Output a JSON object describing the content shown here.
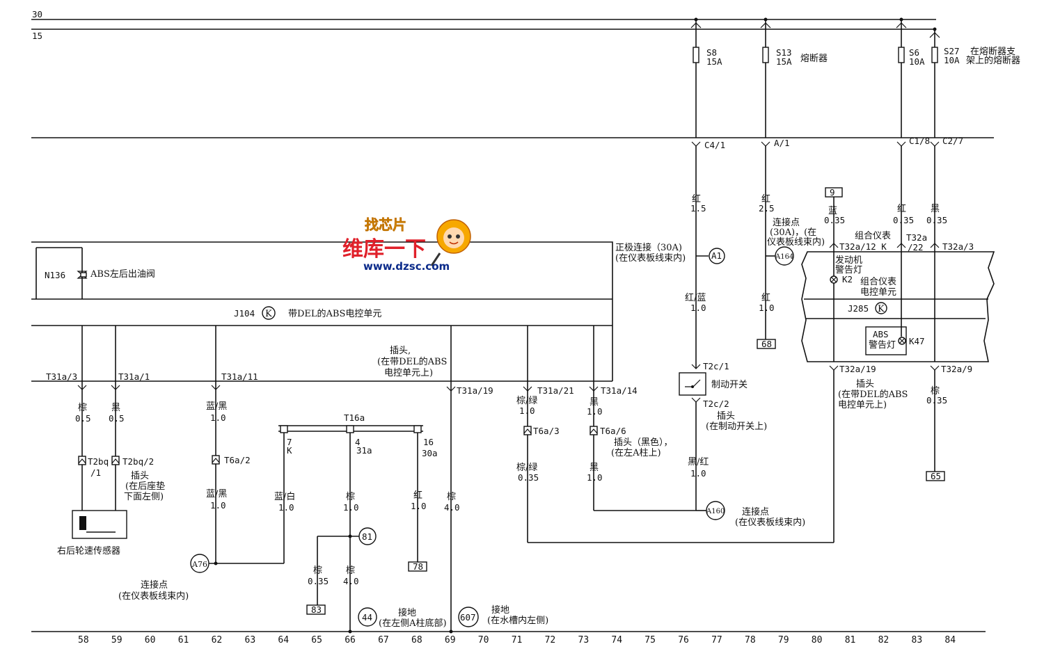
{
  "rails": {
    "r30": "30",
    "r15": "15"
  },
  "fuses": {
    "s8": {
      "id": "S8",
      "rating": "15A"
    },
    "s13": {
      "id": "S13",
      "rating": "15A",
      "note": "熔断器"
    },
    "s6": {
      "id": "S6",
      "rating": "10A"
    },
    "s27": {
      "id": "S27",
      "rating": "10A",
      "note1": "在熔断器支",
      "note2": "架上的熔断器"
    }
  },
  "connectors": {
    "c4_1": "C4/1",
    "a_1": "A/1",
    "c1_8": "C1/8",
    "c2_7": "C2/7",
    "t31a_3": "T31a/3",
    "t31a_1": "T31a/1",
    "t31a_11": "T31a/11",
    "t31a_19": "T31a/19",
    "t31a_21": "T31a/21",
    "t31a_14": "T31a/14",
    "t2bq_1a": "T2bq",
    "t2bq_1b": "/1",
    "t2bq_2": "T2bq/2",
    "t6a_2": "T6a/2",
    "t6a_3": "T6a/3",
    "t6a_6": "T6a/6",
    "t16a": "T16a",
    "t16a_7a": "7",
    "t16a_7b": "K",
    "t16a_4a": "4",
    "t16a_4b": "31a",
    "t16a_16a": "16",
    "t16a_16b": "30a",
    "t2c_1": "T2c/1",
    "t2c_2": "T2c/2",
    "t32a_12k": "T32a/12 K",
    "t32a_22a": "T32a",
    "t32a_22b": "/22",
    "t32a_3": "T32a/3",
    "t32a_19": "T32a/19",
    "t32a_9": "T32a/9"
  },
  "wires": {
    "w1a": "红",
    "w1b": "1.5",
    "w2a": "红",
    "w2b": "2.5",
    "w3a": "蓝",
    "w3b": "0.35",
    "w4a": "红",
    "w4b": "0.35",
    "w5a": "黑",
    "w5b": "0.35",
    "w6a": "红/蓝",
    "w6b": "1.0",
    "w7a": "红",
    "w7b": "1.0",
    "w8a": "棕",
    "w8b": "0.5",
    "w9a": "黑",
    "w9b": "0.5",
    "w10a": "蓝/黑",
    "w10b": "1.0",
    "w11a": "棕/绿",
    "w11b": "1.0",
    "w12a": "黑",
    "w12b": "1.0",
    "w13a": "蓝/黑",
    "w13b": "1.0",
    "w14a": "蓝/白",
    "w14b": "1.0",
    "w15a": "棕",
    "w15b": "1.0",
    "w16a": "红",
    "w16b": "1.0",
    "w17a": "棕",
    "w17b": "4.0",
    "w18a": "棕/绿",
    "w18b": "0.35",
    "w19a": "黑",
    "w19b": "1.0",
    "w20a": "黑/红",
    "w20b": "1.0",
    "w21a": "棕",
    "w21b": "0.35",
    "w22a": "棕",
    "w22b": "0.35",
    "w23a": "棕",
    "w23b": "4.0"
  },
  "components": {
    "n136_id": "N136",
    "n136_name": "ABS左后出油阀",
    "j104_id": "J104",
    "j104_name": "带DEL的ABS电控单元",
    "sensor_name": "右后轮速传感器",
    "brake_switch": "制动开关",
    "cluster_title": "组合仪表",
    "j285_id": "J285",
    "j285_name1": "组合仪表",
    "j285_name2": "电控单元",
    "k2_id": "K2",
    "k2_name1": "发动机",
    "k2_name2": "警告灯",
    "k47_id": "K47",
    "k47_name1": "ABS",
    "k47_name2": "警告灯"
  },
  "k_symbol": "K",
  "notes": {
    "plug_abs_1": "插头,",
    "plug_abs_2": "(在带DEL的ABS",
    "plug_abs_3": "电控单元上)",
    "plug_seat_1": "插头",
    "plug_seat_2": "(在后座垫",
    "plug_seat_3": "下面左侧)",
    "plug_black_1": "插头（黑色），",
    "plug_black_2": "(在左A柱上)",
    "plug_brake_1": "插头",
    "plug_brake_2": "(在制动开关上)",
    "plug_abs_r1": "插头",
    "plug_abs_r2": "(在带DEL的ABS",
    "plug_abs_r3": "电控单元上)",
    "pos_conn_1": "正极连接（30A)",
    "pos_conn_2": "(在仪表板线束内)",
    "conn30_1": "连接点",
    "conn30_2": "(30A)，(在",
    "conn30_3": "仪表板线束内)",
    "conn_a160_1": "连接点",
    "conn_a160_2": "(在仪表板线束内)",
    "conn_a76_1": "连接点",
    "conn_a76_2": "(在仪表板线束内)",
    "gnd44_1": "接地",
    "gnd44_2": "(在左侧A柱底部)",
    "gnd607_1": "接地",
    "gnd607_2": "(在水槽内左侧)"
  },
  "points": {
    "a1": "A1",
    "a164": "A164",
    "a160": "A160",
    "a76": "A76",
    "p81": "81",
    "p44": "44",
    "p607": "607"
  },
  "refs": {
    "r9": "9",
    "r68": "68",
    "r65": "65",
    "r78": "78",
    "r83": "83"
  },
  "columns": [
    "58",
    "59",
    "60",
    "61",
    "62",
    "63",
    "64",
    "65",
    "66",
    "67",
    "68",
    "69",
    "70",
    "71",
    "72",
    "73",
    "74",
    "75",
    "76",
    "77",
    "78",
    "79",
    "80",
    "81",
    "82",
    "83",
    "84"
  ],
  "logo": {
    "top": "找芯片",
    "main": "维库一下",
    "url": "www.dzsc.com"
  }
}
